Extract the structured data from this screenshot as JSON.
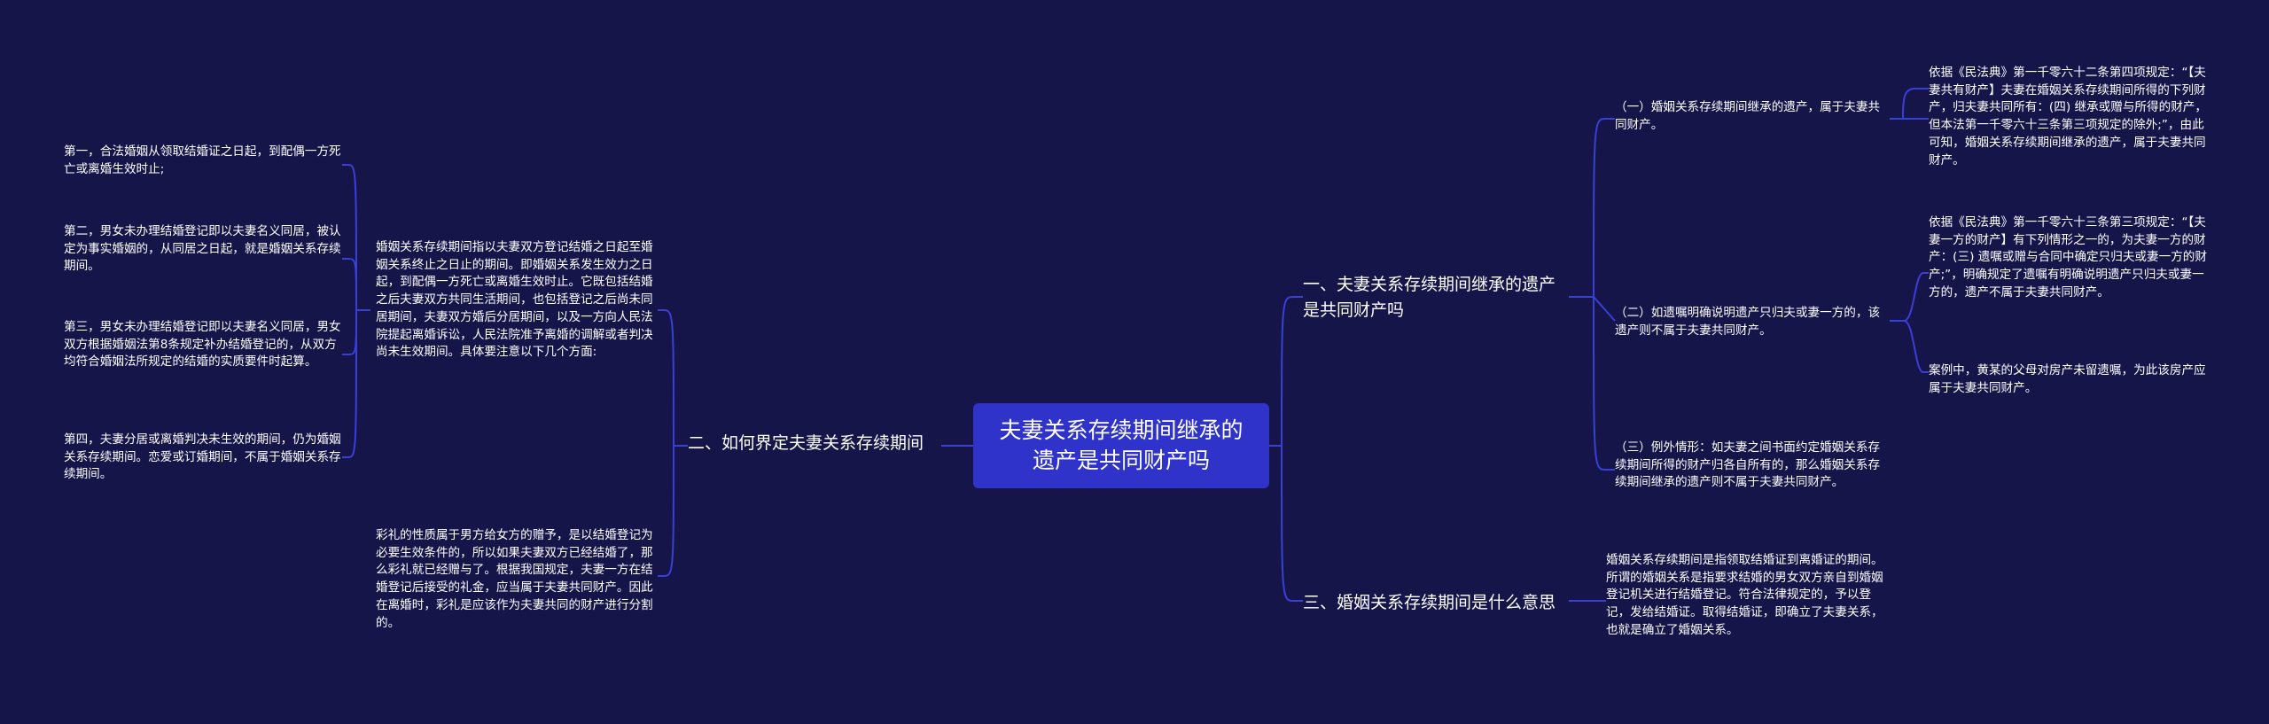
{
  "root": {
    "title": "夫妻关系存续期间继承的遗产是共同财产吗"
  },
  "branch1": {
    "title": "一、夫妻关系存续期间继承的遗产是共同财产吗",
    "items": [
      {
        "title": "（一）婚姻关系存续期间继承的遗产，属于夫妻共同财产。",
        "detail": "依据《民法典》第一千零六十二条第四项规定：“【夫妻共有财产】夫妻在婚姻关系存续期间所得的下列财产，归夫妻共同所有：(四) 继承或赠与所得的财产，但本法第一千零六十三条第三项规定的除外;”，由此可知，婚姻关系存续期间继承的遗产，属于夫妻共同财产。"
      },
      {
        "title": "（二）如遗嘱明确说明遗产只归夫或妻一方的，该遗产则不属于夫妻共同财产。",
        "details": [
          "依据《民法典》第一千零六十三条第三项规定：“【夫妻一方的财产】有下列情形之一的，为夫妻一方的财产：(三) 遗嘱或赠与合同中确定只归夫或妻一方的财产;”，明确规定了遗嘱有明确说明遗产只归夫或妻一方的，遗产不属于夫妻共同财产。",
          "案例中，黄某的父母对房产未留遗嘱，为此该房产应属于夫妻共同财产。"
        ]
      },
      {
        "title": "（三）例外情形：如夫妻之间书面约定婚姻关系存续期间所得的财产归各自所有的，那么婚姻关系存续期间继承的遗产则不属于夫妻共同财产。"
      }
    ]
  },
  "branch2": {
    "title": "二、如何界定夫妻关系存续期间",
    "summary": "婚姻关系存续期间指以夫妻双方登记结婚之日起至婚姻关系终止之日止的期间。即婚姻关系发生效力之日起，到配偶一方死亡或离婚生效时止。它既包括结婚之后夫妻双方共同生活期间，也包括登记之后尚未同居期间，夫妻双方婚后分居期间，以及一方向人民法院提起离婚诉讼，人民法院准予离婚的调解或者判决尚未生效期间。具体要注意以下几个方面:",
    "points": [
      "第一，合法婚姻从领取结婚证之日起，到配偶一方死亡或离婚生效时止;",
      "第二，男女未办理结婚登记即以夫妻名义同居，被认定为事实婚姻的，从同居之日起，就是婚姻关系存续期间。",
      "第三，男女未办理结婚登记即以夫妻名义同居，男女双方根据婚姻法第8条规定补办结婚登记的，从双方均符合婚姻法所规定的结婚的实质要件时起算。",
      "第四，夫妻分居或离婚判决未生效的期间，仍为婚姻关系存续期间。恋爱或订婚期间，不属于婚姻关系存续期间。"
    ],
    "gift": "彩礼的性质属于男方给女方的赠予，是以结婚登记为必要生效条件的，所以如果夫妻双方已经结婚了，那么彩礼就已经赠与了。根据我国规定，夫妻一方在结婚登记后接受的礼金，应当属于夫妻共同财产。因此在离婚时，彩礼是应该作为夫妻共同的财产进行分割的。"
  },
  "branch3": {
    "title": "三、婚姻关系存续期间是什么意思",
    "detail": "婚姻关系存续期间是指领取结婚证到离婚证的期间。所谓的婚姻关系是指要求结婚的男女双方亲自到婚姻登记机关进行结婚登记。符合法律规定的，予以登记，发给结婚证。取得结婚证，即确立了夫妻关系，也就是确立了婚姻关系。"
  },
  "colors": {
    "background": "#15154a",
    "root": "#2f33c9",
    "line": "#3b3fd8",
    "text": "#ffffff"
  }
}
